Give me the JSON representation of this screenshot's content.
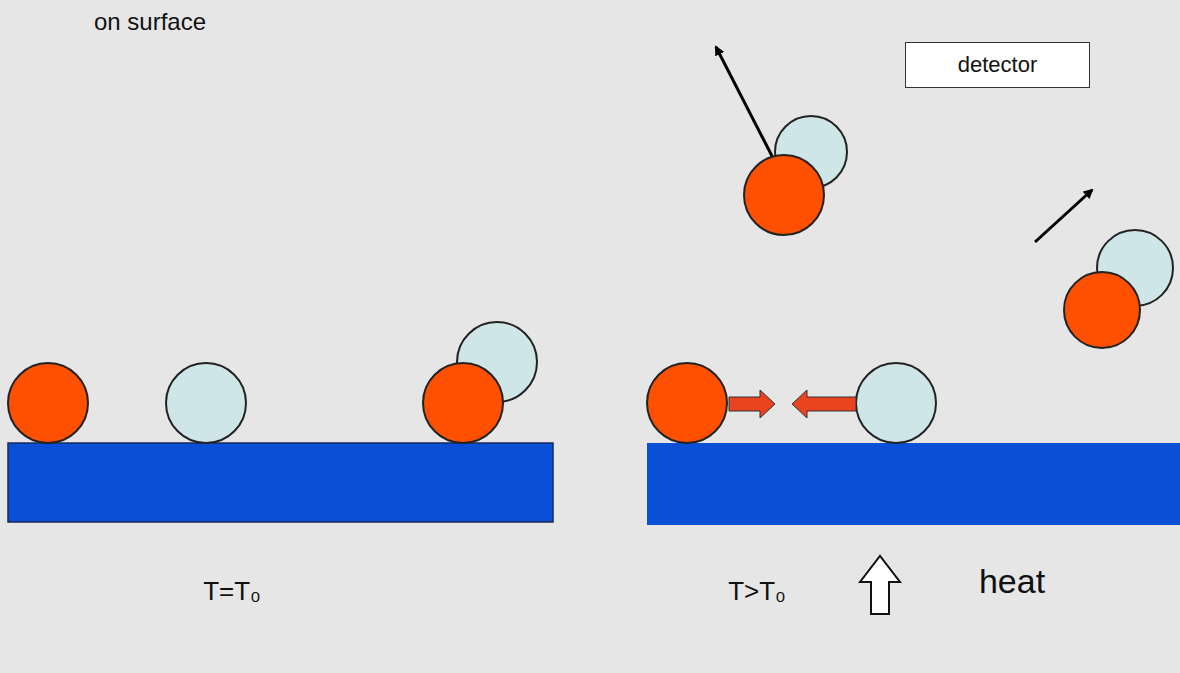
{
  "diagram": {
    "nodes": [
      {
        "text": [
          "detector"
        ]
      }
    ],
    "labels": [
      "on surface",
      "T=T₀",
      "T>T₀",
      "heat"
    ]
  }
}
